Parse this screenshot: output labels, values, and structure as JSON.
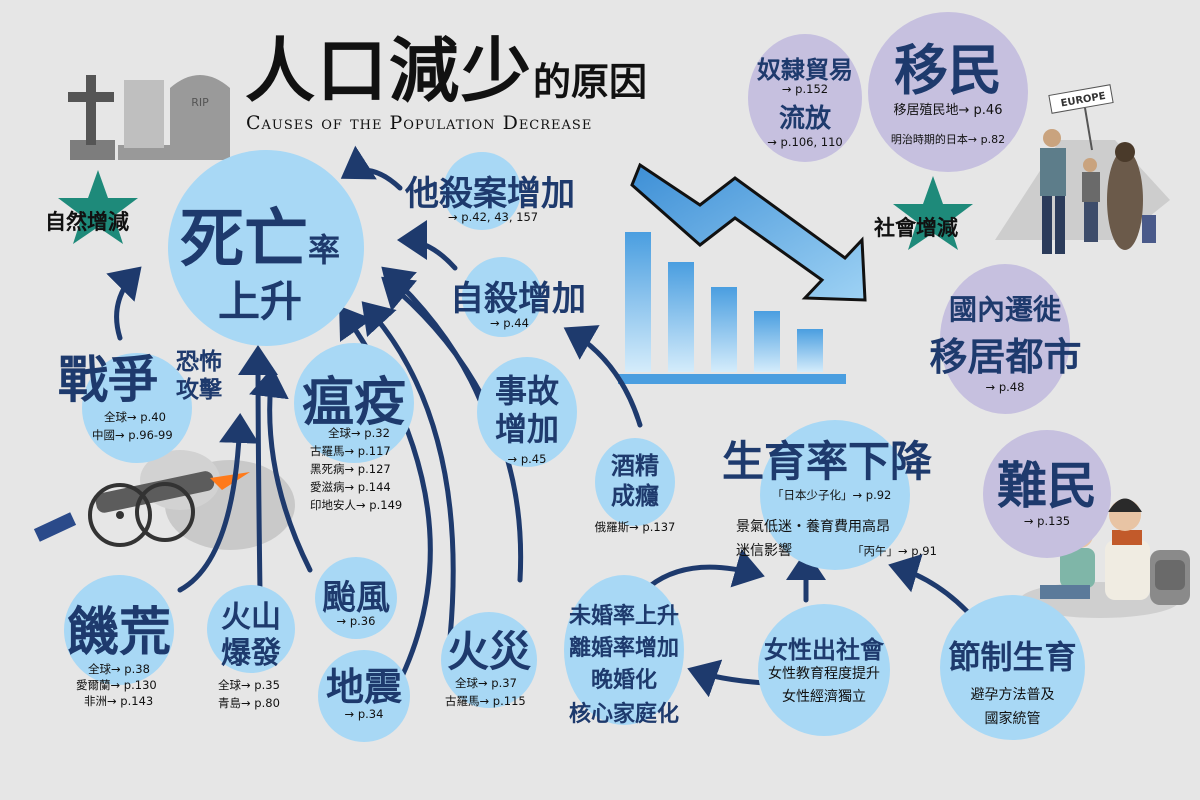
{
  "title": {
    "main": "人口減少",
    "suffix": "的原因",
    "english": "Causes of the Population Decrease"
  },
  "left_label": "自然增減",
  "right_label": "社會增減",
  "sign_text": "EUROPE",
  "tombstone_text": "RIP",
  "death": {
    "line1": "死亡",
    "rate": "率",
    "line2": "上升"
  },
  "homicide": {
    "title": "他殺案增加",
    "ref": "→ p.42, 43, 157"
  },
  "suicide": {
    "title": "自殺增加",
    "ref": "→ p.44"
  },
  "accident": {
    "line1": "事故",
    "line2": "增加",
    "ref": "→ p.45"
  },
  "alcohol": {
    "line1": "酒精",
    "line2": "成癮",
    "ref": "俄羅斯→ p.137"
  },
  "war": {
    "title": "戰爭",
    "sub1": "恐怖",
    "sub2": "攻擊",
    "refs": [
      "全球→ p.40",
      "中國→ p.96-99"
    ]
  },
  "plague": {
    "title": "瘟疫",
    "refs": [
      "全球→ p.32",
      "古羅馬→ p.117",
      "黑死病→ p.127",
      "愛滋病→ p.144",
      "印地安人→ p.149"
    ]
  },
  "typhoon": {
    "title": "颱風",
    "ref": "→ p.36"
  },
  "earthquake": {
    "title": "地震",
    "ref": "→ p.34"
  },
  "fire": {
    "title": "火災",
    "refs": [
      "全球→ p.37",
      "古羅馬→ p.115"
    ]
  },
  "volcano": {
    "line1": "火山",
    "line2": "爆發",
    "refs": [
      "全球→ p.35",
      "青島→ p.80"
    ]
  },
  "famine": {
    "title": "饑荒",
    "refs": [
      "全球→ p.38",
      "愛爾蘭→ p.130",
      "非洲→ p.143"
    ]
  },
  "slave": {
    "title1": "奴隸貿易",
    "ref1": "→ p.152",
    "title2": "流放",
    "ref2": "→ p.106, 110"
  },
  "immigration": {
    "title": "移民",
    "line1": "移居殖民地→ p.46",
    "line2": "明治時期的日本→ p.82"
  },
  "domestic": {
    "line1": "國內遷徙",
    "line2": "移居都市",
    "ref": "→ p.48"
  },
  "refugee": {
    "title": "難民",
    "ref": "→ p.135"
  },
  "birth": {
    "title": "生育率下降",
    "ref1": "「日本少子化」→ p.92",
    "line1": "景氣低迷・養育費用高昂",
    "line2a": "迷信影響",
    "line2b": "「丙午」→ p.91"
  },
  "marriage": {
    "lines": [
      "未婚率上升",
      "離婚率增加",
      "晚婚化",
      "核心家庭化"
    ]
  },
  "women": {
    "title": "女性出社會",
    "line1": "女性教育程度提升",
    "line2": "女性經濟獨立"
  },
  "contraception": {
    "title": "節制生育",
    "line1": "避孕方法普及",
    "line2": "國家統管"
  },
  "colors": {
    "circle_blue": "#a8d8f5",
    "circle_purple": "#c6c0df",
    "arrow": "#1e3a6d",
    "star": "#1e8a7a"
  }
}
